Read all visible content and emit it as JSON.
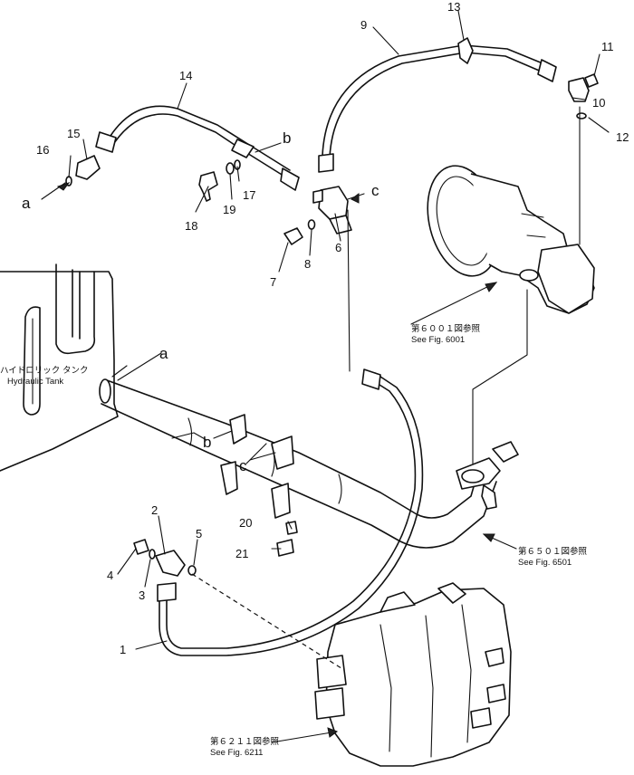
{
  "part_numbers": [
    "1",
    "2",
    "3",
    "4",
    "5",
    "6",
    "7",
    "8",
    "9",
    "10",
    "11",
    "12",
    "13",
    "14",
    "15",
    "16",
    "17",
    "18",
    "19",
    "20",
    "21"
  ],
  "connection_letters": {
    "a_upper": "a",
    "b_upper": "b",
    "c_upper": "c",
    "a_lower": "a",
    "b_lower": "b",
    "c_lower": "c"
  },
  "references": {
    "hydraulic_tank_jp": "ハイドロリック タンク",
    "hydraulic_tank_en": "Hydraulic Tank",
    "fig6001_jp": "第６００１図参照",
    "fig6001_en": "See Fig. 6001",
    "fig6501_jp": "第６５０１図参照",
    "fig6501_en": "See Fig. 6501",
    "fig6211_jp": "第６２１１図参照",
    "fig6211_en": "See Fig. 6211"
  }
}
